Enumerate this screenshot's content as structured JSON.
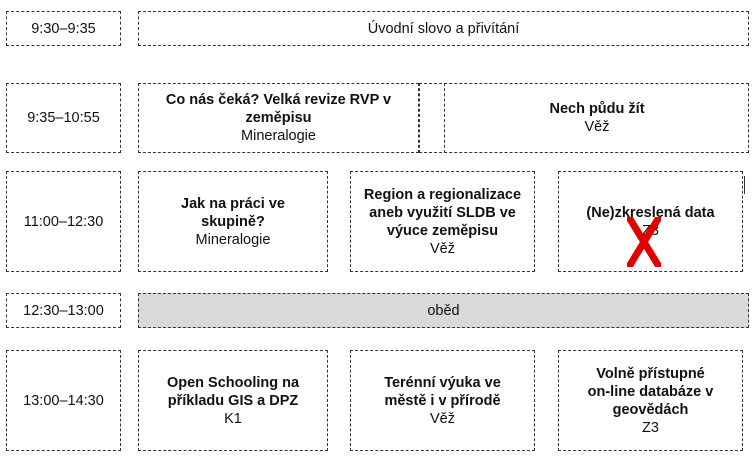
{
  "rows": [
    {
      "time": "9:30–9:35",
      "sessions": [
        {
          "title": "Úvodní slovo a přivítání",
          "room": ""
        }
      ]
    },
    {
      "time": "9:35–10:55",
      "sessions": [
        {
          "title": "Co nás čeká? Velká revize RVP v zeměpisu",
          "room": "Mineralogie"
        },
        {
          "title": "Nech půdu žít",
          "room": "Věž"
        }
      ]
    },
    {
      "time": "11:00–12:30",
      "sessions": [
        {
          "title": "Jak na práci ve skupině?",
          "room": "Mineralogie"
        },
        {
          "title": "Region a regionalizace aneb využití SLDB ve výuce zeměpisu",
          "room": "Věž"
        },
        {
          "title": "(Ne)zkreslená data",
          "room": "Z3",
          "cancelled": true
        }
      ]
    },
    {
      "time": "12:30–13:00",
      "sessions": [
        {
          "title": "oběd",
          "room": ""
        }
      ]
    },
    {
      "time": "13:00–14:30",
      "sessions": [
        {
          "title": "Open Schooling na příkladu GIS a DPZ",
          "room": "K1"
        },
        {
          "title": "Terénní výuka ve městě i v přírodě",
          "room": "Věž"
        },
        {
          "title": "Volně přístupné on-line databáze v geovědách",
          "room": "Z3"
        }
      ]
    }
  ],
  "colors": {
    "lunch_bg": "#d9d9d9",
    "cancel_mark": "#e00000"
  },
  "icons": {
    "cancel": "red-x-icon"
  }
}
